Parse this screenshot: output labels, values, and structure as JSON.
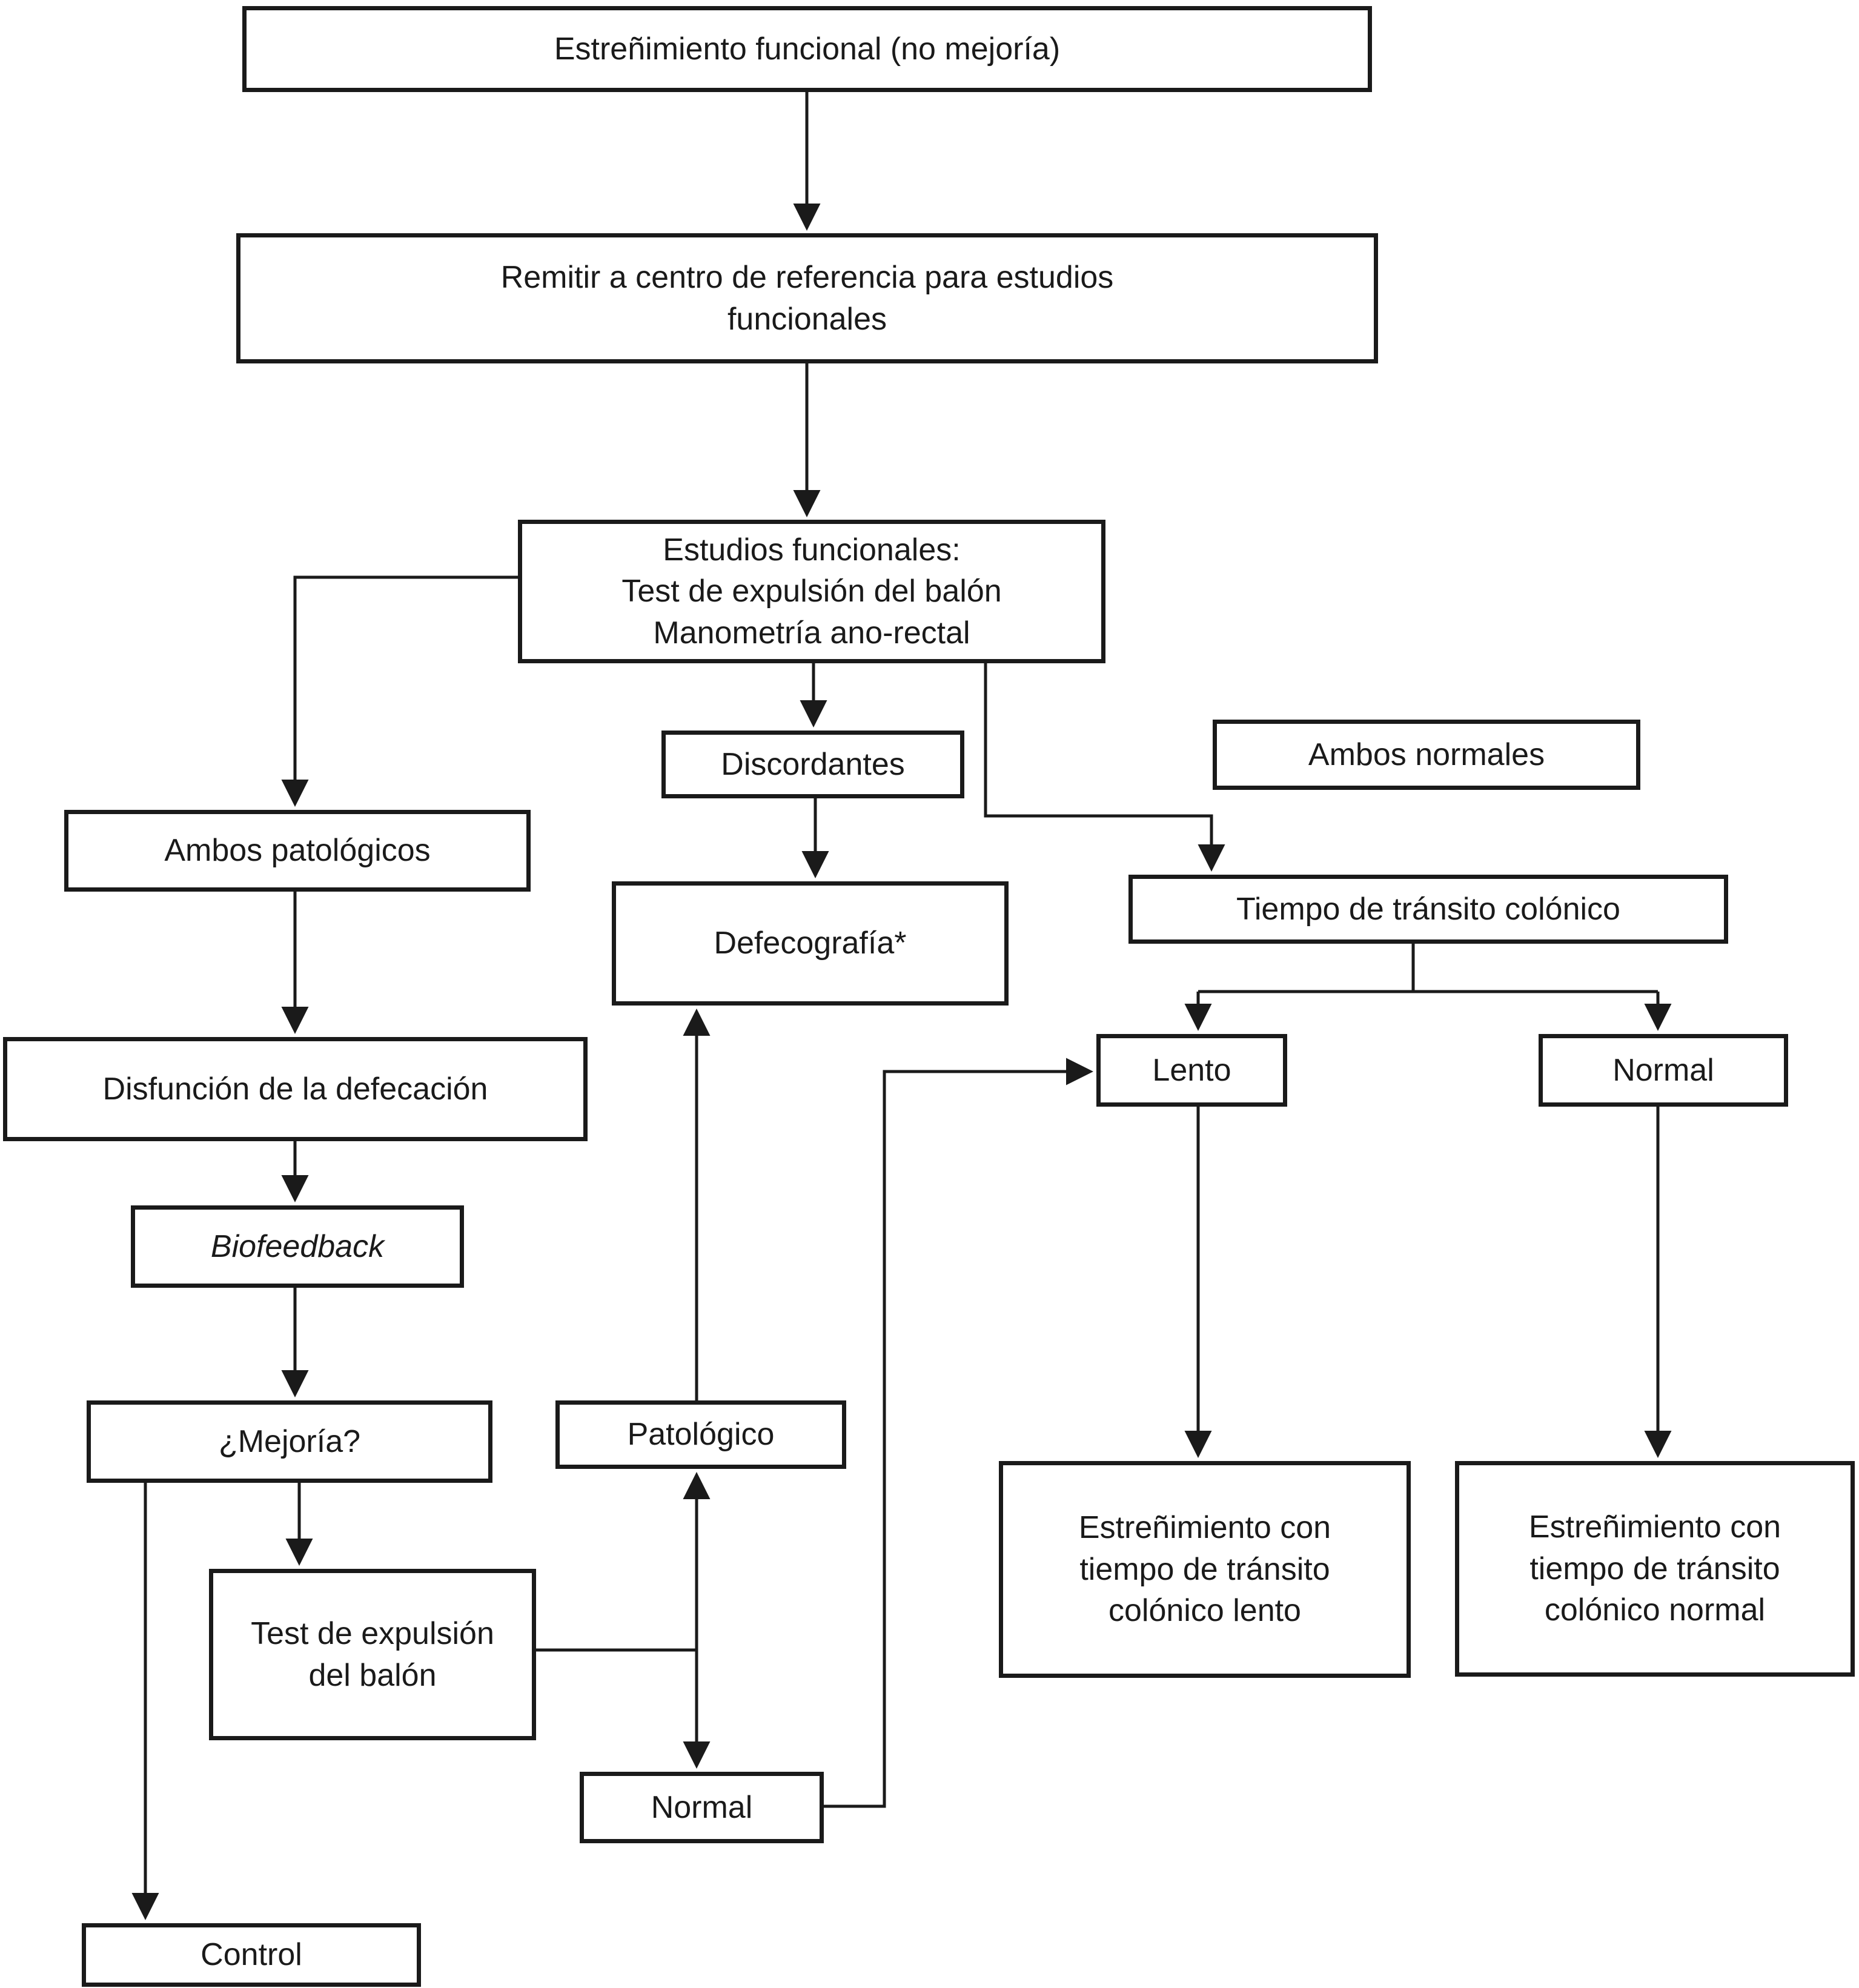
{
  "diagram": {
    "title": "Algoritmo de estreñimiento funcional",
    "type": "flowchart",
    "colors": {
      "background": "#ffffff",
      "line": "#1a1a1a",
      "box_border": "#1a1a1a",
      "text": "#1a1a1a"
    },
    "nodes": {
      "inicio": {
        "label": "Estreñimiento funcional (no mejoría)"
      },
      "remitir": {
        "label": "Remitir a centro de referencia para estudios\nfuncionales"
      },
      "estudios": {
        "label": "Estudios funcionales:\nTest de expulsión del balón\nManometría ano-rectal"
      },
      "discordantes": {
        "label": "Discordantes"
      },
      "ambos_normales": {
        "label": "Ambos normales"
      },
      "ambos_patologicos": {
        "label": "Ambos patológicos"
      },
      "defecografia": {
        "label": "Defecografía*"
      },
      "tiempo_transito": {
        "label": "Tiempo de tránsito colónico"
      },
      "disfuncion": {
        "label": "Disfunción de la defecación"
      },
      "lento": {
        "label": "Lento"
      },
      "normal_transito": {
        "label": "Normal"
      },
      "biofeedback": {
        "label": "Biofeedback"
      },
      "mejoria": {
        "label": "¿Mejoría?"
      },
      "patologico": {
        "label": "Patológico"
      },
      "test_expulsion": {
        "label": "Test de expulsión\ndel balón"
      },
      "estren_lento": {
        "label": "Estreñimiento con\ntiempo de tránsito\ncolónico lento"
      },
      "estren_normal": {
        "label": "Estreñimiento con\ntiempo de tránsito\ncolónico normal"
      },
      "normal_balon": {
        "label": "Normal"
      },
      "control": {
        "label": "Control"
      }
    },
    "edges": [
      {
        "from": "inicio",
        "to": "remitir",
        "type": "arrow"
      },
      {
        "from": "remitir",
        "to": "estudios",
        "type": "arrow"
      },
      {
        "from": "estudios",
        "to": "discordantes",
        "type": "arrow"
      },
      {
        "from": "estudios",
        "to": "ambos_patologicos",
        "type": "arrow"
      },
      {
        "from": "estudios",
        "to": "tiempo_transito",
        "type": "arrow",
        "via_label": "ambos_normales"
      },
      {
        "from": "discordantes",
        "to": "defecografia",
        "type": "arrow"
      },
      {
        "from": "ambos_patologicos",
        "to": "disfuncion",
        "type": "arrow"
      },
      {
        "from": "disfuncion",
        "to": "biofeedback",
        "type": "arrow"
      },
      {
        "from": "biofeedback",
        "to": "mejoria",
        "type": "arrow"
      },
      {
        "from": "mejoria",
        "to": "test_expulsion",
        "type": "arrow"
      },
      {
        "from": "mejoria",
        "to": "control",
        "type": "arrow"
      },
      {
        "from": "test_expulsion",
        "to": "patologico",
        "type": "arrow"
      },
      {
        "from": "test_expulsion",
        "to": "normal_balon",
        "type": "arrow"
      },
      {
        "from": "patologico",
        "to": "defecografia",
        "type": "arrow"
      },
      {
        "from": "normal_balon",
        "to": "lento",
        "type": "arrow"
      },
      {
        "from": "tiempo_transito",
        "to": "lento",
        "type": "arrow"
      },
      {
        "from": "tiempo_transito",
        "to": "normal_transito",
        "type": "arrow"
      },
      {
        "from": "lento",
        "to": "estren_lento",
        "type": "arrow"
      },
      {
        "from": "normal_transito",
        "to": "estren_normal",
        "type": "arrow"
      }
    ]
  }
}
